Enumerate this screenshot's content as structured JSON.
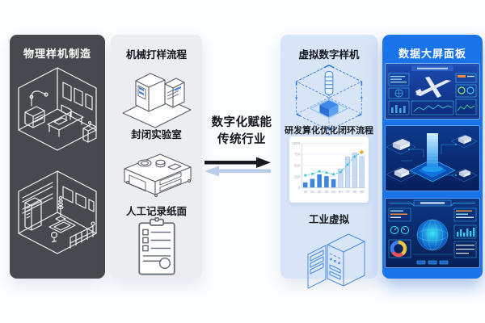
{
  "page": {
    "background": "#fbfdff"
  },
  "physical": {
    "title": "物理样机制造",
    "bg": "#46494e",
    "title_color": "#ffffff"
  },
  "mechanical": {
    "bg": "#ebedf0",
    "sections": [
      {
        "label": "机械打样流程",
        "icon": "sampling-machine-icon"
      },
      {
        "label": "封闭实验室",
        "icon": "lab-bench-icon"
      },
      {
        "label": "人工记录纸面",
        "icon": "clipboard-icon"
      }
    ]
  },
  "center": {
    "line1": "数字化赋能",
    "line2": "传统行业",
    "forward_arrow_color": "#16191f",
    "backward_arrow_color": "#b9cdeb"
  },
  "virtual": {
    "bg": "#d8e5f7",
    "sections": [
      {
        "label": "虚拟数字样机",
        "icon": "holographic-prototype-icon"
      },
      {
        "label": "研发算化优化闭环流程",
        "icon": "rd-loop-chart"
      },
      {
        "label": "工业虚拟",
        "icon": "industrial-server-icon"
      }
    ]
  },
  "dashboard": {
    "title": "数据大屏面板",
    "bg": "#1b73e9",
    "title_color": "#ffffff",
    "previews": [
      "aircraft-dashboard",
      "factory-dashboard",
      "globe-dashboard"
    ]
  },
  "chart_data": {
    "type": "bar",
    "title": "",
    "xlabel": "",
    "ylabel": "",
    "categories": [
      10,
      20,
      30,
      40,
      50,
      60,
      70,
      80,
      90
    ],
    "series": [
      {
        "name": "bars",
        "type": "bar",
        "values": [
          120,
          200,
          300,
          260,
          190,
          420,
          690,
          780,
          700
        ]
      },
      {
        "name": "trend",
        "type": "line",
        "values": [
          280,
          310,
          370,
          340,
          300,
          350,
          520,
          700,
          800
        ]
      }
    ],
    "ylim": [
      0,
      1000
    ],
    "yticks": [
      0,
      250,
      500,
      750,
      1000
    ],
    "dark_bars": 5,
    "grid": true,
    "legend": "none",
    "colors": {
      "bar_dark": "#3d85dd",
      "bar_light": "#c9dcf4",
      "line": "#3bc4d8",
      "last_marker": "#f5a623"
    }
  }
}
